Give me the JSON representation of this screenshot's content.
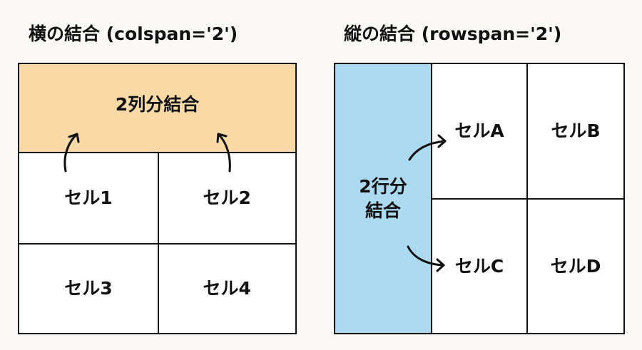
{
  "left": {
    "title": "横の結合 (colspan='2')",
    "merged": "2列分結合",
    "cells": [
      "セル1",
      "セル2",
      "セル3",
      "セル4"
    ],
    "merged_color": "#f9d9a6"
  },
  "right": {
    "title": "縦の結合 (rowspan='2')",
    "merged_line1": "2行分",
    "merged_line2": "結合",
    "cells": [
      "セルA",
      "セルB",
      "セルC",
      "セルD"
    ],
    "merged_color": "#acdaf0"
  }
}
